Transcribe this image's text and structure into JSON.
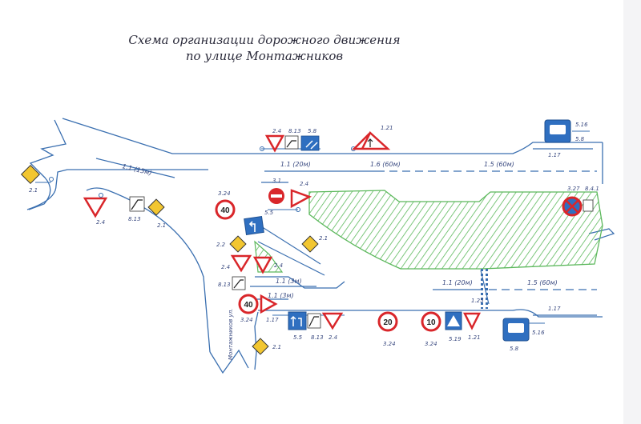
{
  "title": {
    "line1": "Схема организации дорожного движения",
    "line2": "по улице Монтажников"
  },
  "markings": {
    "m_upper_left": "1.1 (15м)",
    "m_top_a": "1.1 (20м)",
    "m_top_b": "1.6 (60м)",
    "m_top_c": "1.5 (60м)",
    "m_mid_left": "1.1 (3м)",
    "m_mid_center": "1.1 (20м)",
    "m_mid_right": "1.5 (60м)",
    "m_lower_left": "1.1 (3м)",
    "m_hatch": "1.25",
    "m_top_edge": "1.17",
    "m_bottom_edge": "1.17"
  },
  "sign_codes": {
    "s_top_yield": "2.4",
    "s_top_plate": "8.13",
    "s_top_lane": "5.8",
    "s_top_turn": "1.21",
    "s_bus_top": "5.16",
    "s_bus_top_b": "5.8",
    "s_left_main": "2.1",
    "s_left_yield": "2.4",
    "s_left_plate": "8.13",
    "s_left_main_b": "2.1",
    "s_speed_left": "3.24",
    "s_noentry": "3.1",
    "s_yield_noentry": "2.4",
    "s_lane_arrow": "5.5",
    "s_main_mid": "2.2",
    "s_yield_mid": "2.4",
    "s_yield_island": "2.4",
    "s_plate_mid": "8.13",
    "s_main_island": "2.1",
    "s_nostop": "3.27",
    "s_nostop_plate": "8.4.1",
    "s_speed_bottom": "3.24",
    "s_warn_bottom": "1.17",
    "s_blue_bottom": "5.5",
    "s_blue_bottom_b": "8.13",
    "s_yield_bottom": "2.4",
    "s_speed20": "3.24",
    "s_speed10": "3.24",
    "s_ped": "5.19",
    "s_turn_bottom": "1.21",
    "s_main_bottom": "2.1",
    "s_bus_bottom": "5.16",
    "s_bus_bottom_b": "5.8",
    "s_street": "Монтажников ул."
  },
  "speed_values": {
    "left": "40",
    "bottom_left": "40",
    "mid": "20",
    "right": "10"
  },
  "colors": {
    "road_line": "#3a6fb0",
    "hatch": "#5cb85c",
    "sign_red": "#d9262a",
    "sign_blue": "#2f6fc0",
    "sign_yellow": "#f2c630"
  }
}
